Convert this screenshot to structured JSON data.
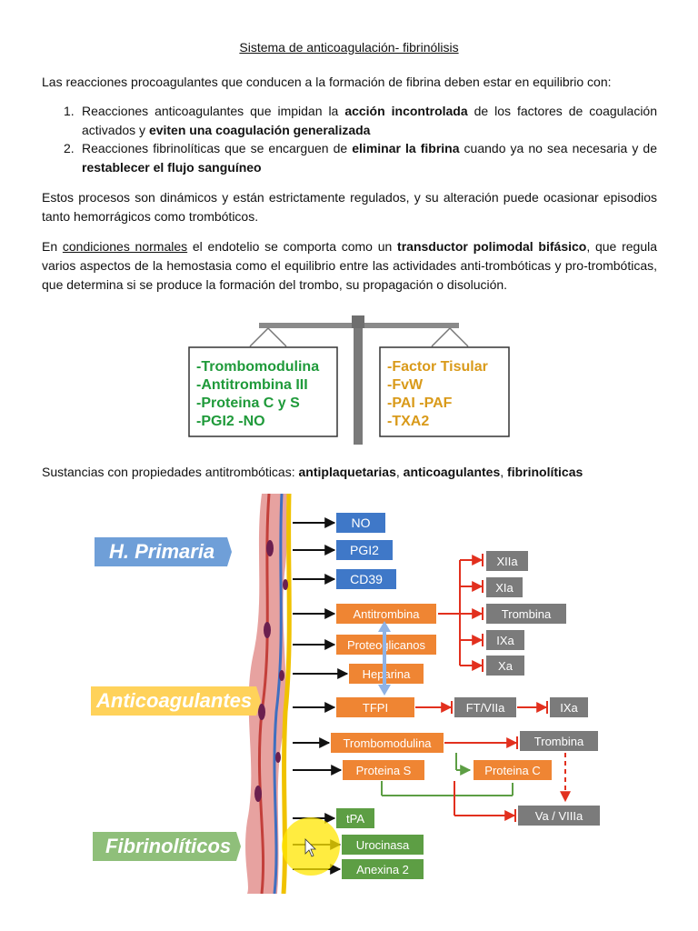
{
  "doc": {
    "title": "Sistema de anticoagulación- fibrinólisis",
    "intro": "Las reacciones procoagulantes que conducen a la formación de fibrina deben estar en equilibrio con:",
    "items": [
      {
        "num": "1.",
        "a": "Reacciones anticoagulantes que impidan la ",
        "b1": "acción incontrolada",
        "c": " de los factores de coagulación activados y ",
        "b2": "eviten una coagulación generalizada"
      },
      {
        "num": "2.",
        "a": "Reacciones fibrinolíticas que se encarguen de ",
        "b1": "eliminar la fibrina",
        "c": " cuando ya no sea necesaria y de ",
        "b2": "restablecer el flujo sanguíneo"
      }
    ],
    "p2": "Estos procesos son dinámicos y están estrictamente regulados, y su alteración puede ocasionar episodios tanto hemorrágicos como trombóticos.",
    "p3": {
      "a": "En ",
      "u": "condiciones normales",
      "b": " el endotelio se comporta como un ",
      "bold": "transductor polimodal bifásico",
      "c": ", que regula varios aspectos de la hemostasia como el equilibrio entre las actividades anti-trombóticas y pro-trombóticas, que determina si se produce la formación del trombo, su propagación o disolución."
    },
    "p4": {
      "a": "Sustancias con propiedades antitrombóticas: ",
      "b1": "antiplaquetarias",
      "sep1": ", ",
      "b2": "anticoagulantes",
      "sep2": ", ",
      "b3": "fibrinolíticas"
    }
  },
  "balance": {
    "left": [
      "-Trombomodulina",
      "-Antitrombina III",
      "-Proteina C y S",
      "-PGI2 -NO"
    ],
    "right": [
      "-Factor Tisular",
      "-FvW",
      "-PAI  -PAF",
      "-TXA2"
    ],
    "colors": {
      "left": "#1f9a3a",
      "right": "#d99a1a"
    }
  },
  "diagram": {
    "banners": {
      "primaria": "H. Primaria",
      "anticoag": "Anticoagulantes",
      "fibrino": "Fibrinolíticos"
    },
    "blue": [
      "NO",
      "PGI2",
      "CD39"
    ],
    "orange": [
      "Antitrombina",
      "Proteoglicanos",
      "Heparina",
      "TFPI",
      "Trombomodulina",
      "Proteina S",
      "Proteina C"
    ],
    "grey": [
      "XIIa",
      "XIa",
      "Trombina",
      "IXa",
      "Xa",
      "FT/VIIa",
      "IXa",
      "Trombina",
      "Va  /  VIIIa"
    ],
    "green": [
      "tPA",
      "Urocinasa",
      "Anexina 2"
    ],
    "colors": {
      "blue": "#3f78c8",
      "orange": "#ef8533",
      "grey": "#7b7b7b",
      "green": "#5d9e44",
      "red": "#e2301e"
    }
  }
}
